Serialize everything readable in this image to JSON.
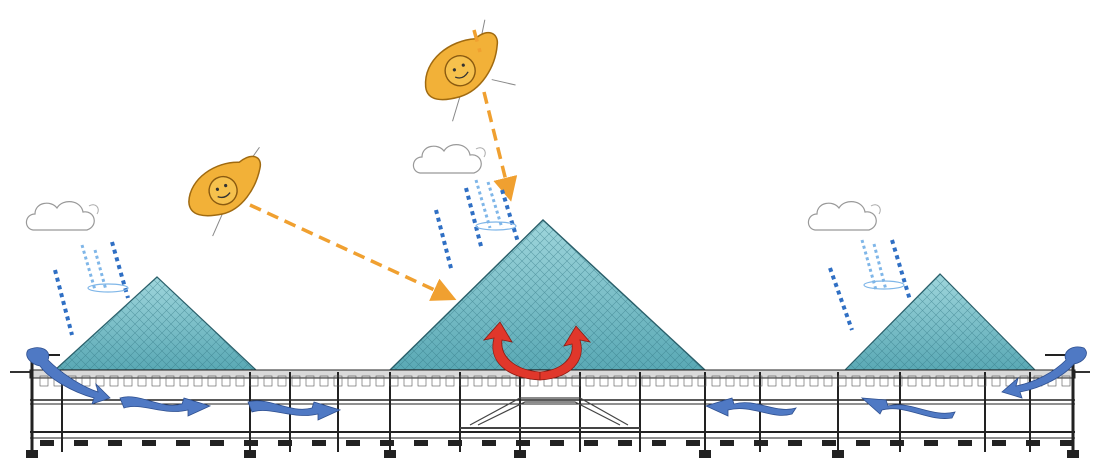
{
  "diagram": {
    "kind": "architectural section sketch",
    "sun_icons": [
      "sun-icon",
      "sun-icon"
    ],
    "cloud_icons": [
      "cloud-icon",
      "cloud-icon",
      "cloud-icon"
    ],
    "pyramids": [
      "small-pyramid-left",
      "large-pyramid-center",
      "small-pyramid-right"
    ],
    "flows": {
      "sunlight": "dashed-orange-arrows",
      "rain": "dotted-blue-lines",
      "air": "blue-ribbon-arrows",
      "warm_air": "red-curved-arrows"
    },
    "colors": {
      "sun_fill": "#f2b138",
      "sun_ray": "#f0a030",
      "rain": "#2f6fc4",
      "rain_light": "#7fb6e8",
      "glass": "#7ec3cc",
      "glass_dark": "#3f8a96",
      "air_arrow": "#4f79c4",
      "warm_arrow": "#e0372b",
      "structure": "#222222"
    }
  }
}
